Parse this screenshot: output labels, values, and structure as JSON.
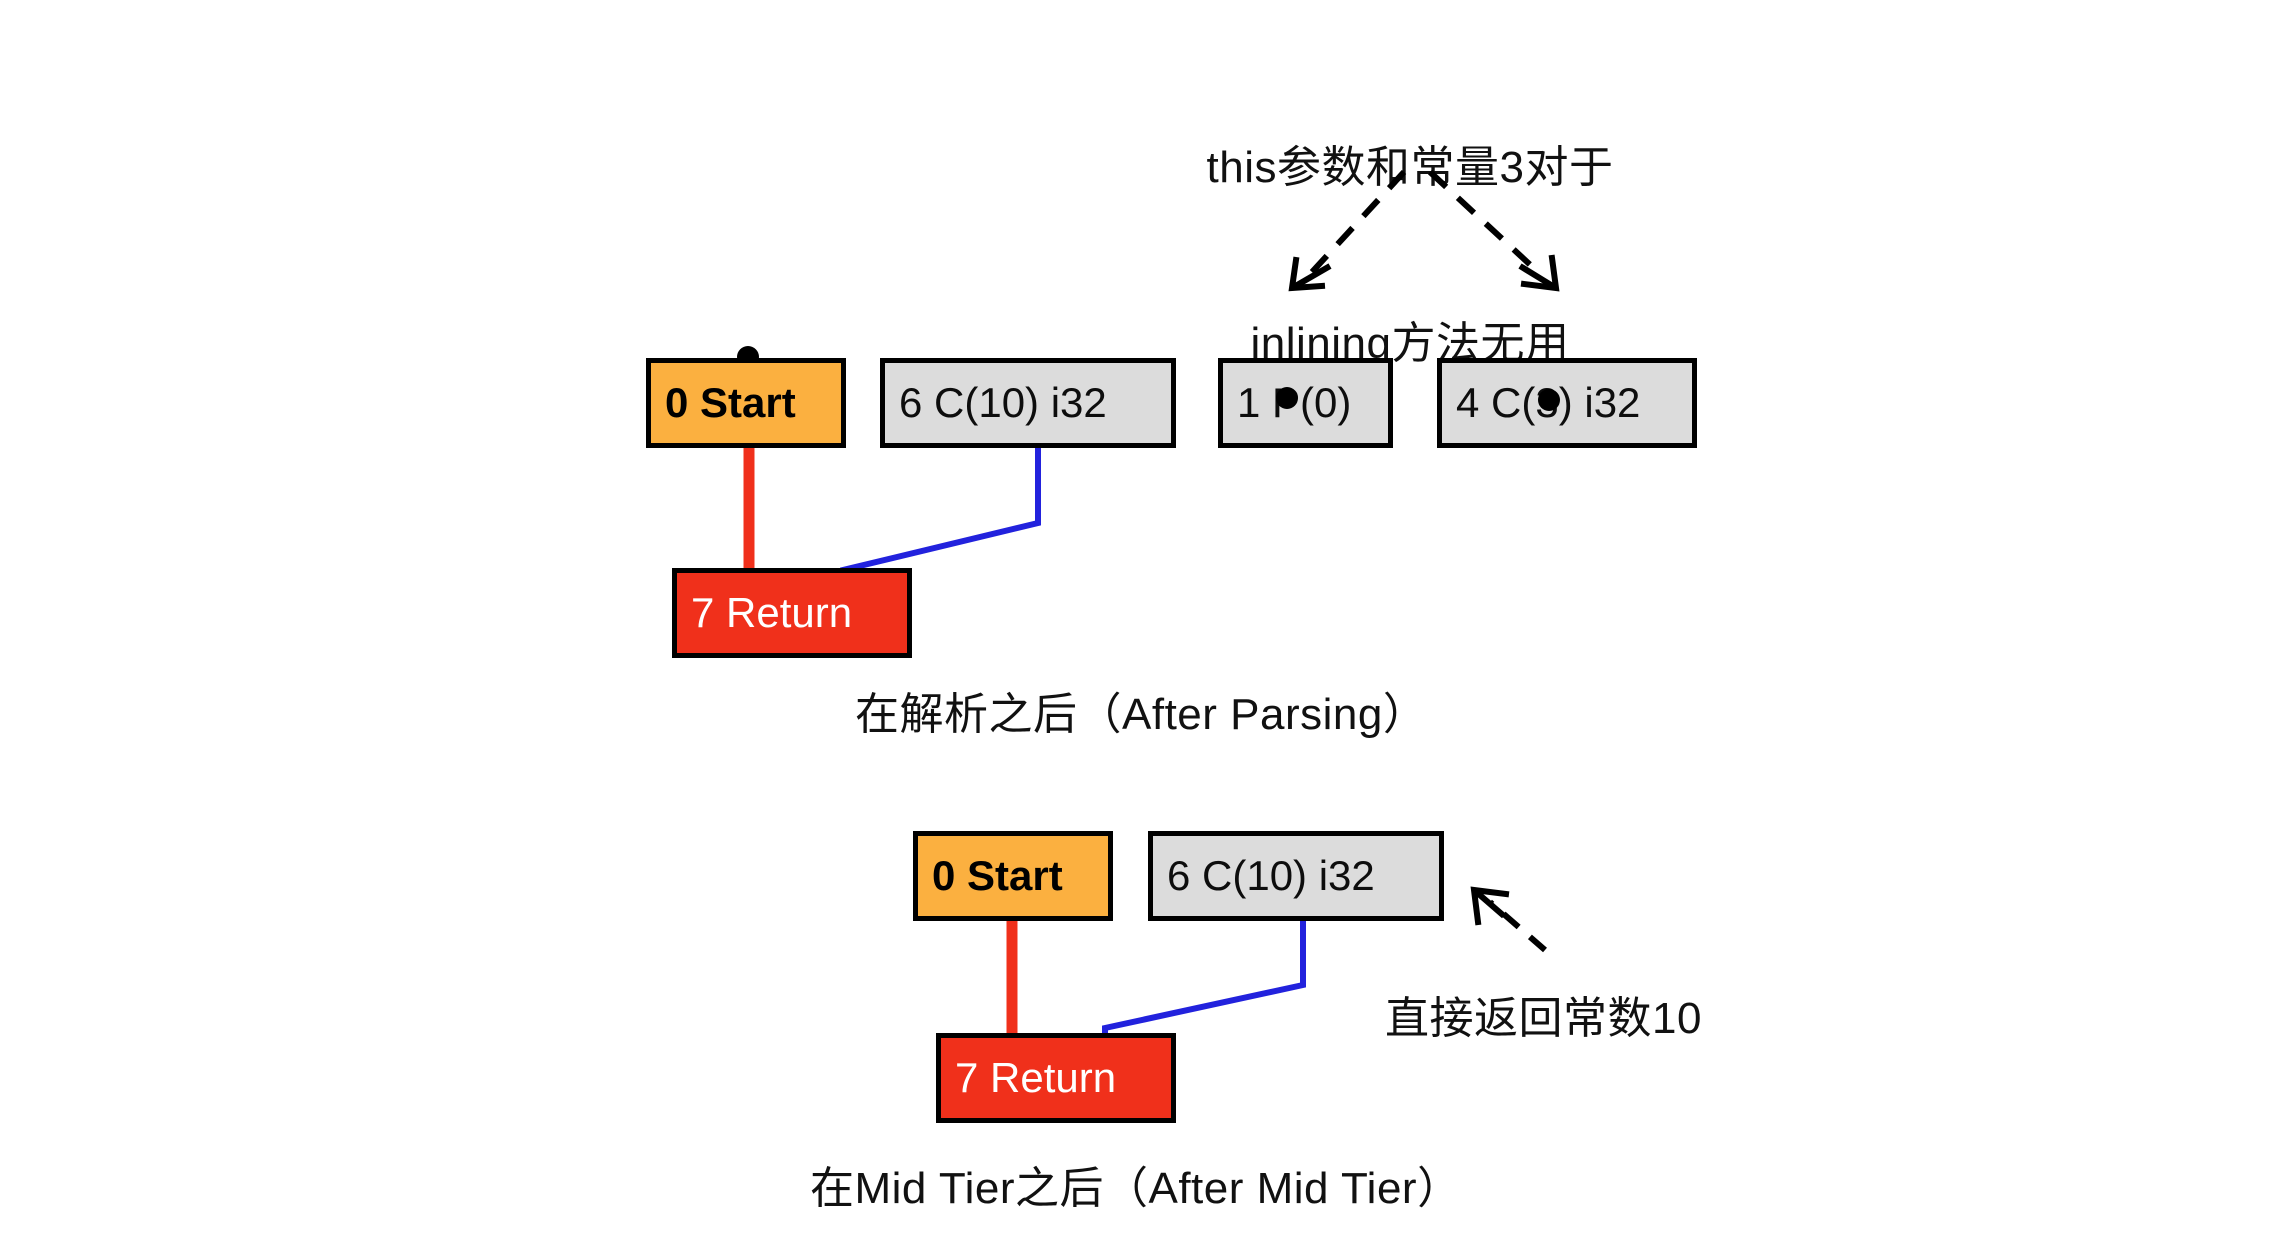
{
  "figure": {
    "title_annotation": {
      "line1": "this参数和常量3对于",
      "line2": "inlining方法无用"
    },
    "side_annotation": "直接返回常数10"
  },
  "colors": {
    "start_fill": "#FBB040",
    "const_fill": "#DCDCDC",
    "return_fill": "#F0301B",
    "node_border": "#000000",
    "control_edge": "#F0301B",
    "data_edge": "#2222DD",
    "annotation_arrow": "#000000",
    "text": "#111111"
  },
  "graphs": [
    {
      "id": "after-parsing",
      "caption": "在解析之后（After Parsing）",
      "nodes": [
        {
          "id": "n0",
          "label": "0 Start",
          "kind": "start"
        },
        {
          "id": "n6",
          "label": "6 C(10) i32",
          "kind": "const"
        },
        {
          "id": "n1",
          "label": "1 P(0)",
          "kind": "const"
        },
        {
          "id": "n4",
          "label": "4 C(3) i32",
          "kind": "const"
        },
        {
          "id": "n7",
          "label": "7 Return",
          "kind": "return"
        }
      ],
      "edges": [
        {
          "from": "n0",
          "to": "n7",
          "type": "control"
        },
        {
          "from": "n6",
          "to": "n7",
          "type": "data"
        }
      ]
    },
    {
      "id": "after-mid-tier",
      "caption": "在Mid Tier之后（After Mid Tier）",
      "nodes": [
        {
          "id": "n0",
          "label": "0 Start",
          "kind": "start"
        },
        {
          "id": "n6",
          "label": "6 C(10) i32",
          "kind": "const"
        },
        {
          "id": "n7",
          "label": "7 Return",
          "kind": "return"
        }
      ],
      "edges": [
        {
          "from": "n0",
          "to": "n7",
          "type": "control"
        },
        {
          "from": "n6",
          "to": "n7",
          "type": "data"
        }
      ]
    }
  ]
}
